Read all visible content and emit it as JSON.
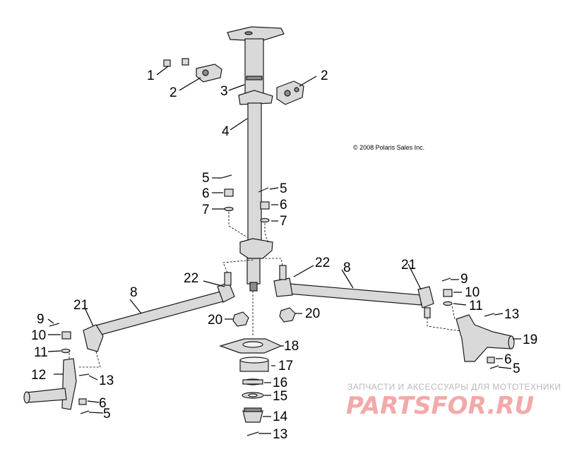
{
  "copyright": "© 2008 Polaris Sales Inc.",
  "watermark": {
    "tagline": "ЗАПЧАСТИ И АКСЕССУАРЫ ДЛЯ МОТОТЕХНИКИ",
    "logo": "PARTSFOR.RU"
  },
  "callouts": [
    "1",
    "2",
    "2",
    "3",
    "4",
    "5",
    "6",
    "7",
    "5",
    "6",
    "7",
    "22",
    "8",
    "22",
    "8",
    "21",
    "21",
    "9",
    "10",
    "11",
    "9",
    "10",
    "11",
    "20",
    "20",
    "18",
    "17",
    "16",
    "15",
    "14",
    "13",
    "12",
    "13",
    "6",
    "5",
    "19",
    "6",
    "5",
    "13"
  ],
  "colors": {
    "line": "#1a1a1a",
    "fill": "#d9d9d9",
    "watermark": "#f3a9a9"
  }
}
